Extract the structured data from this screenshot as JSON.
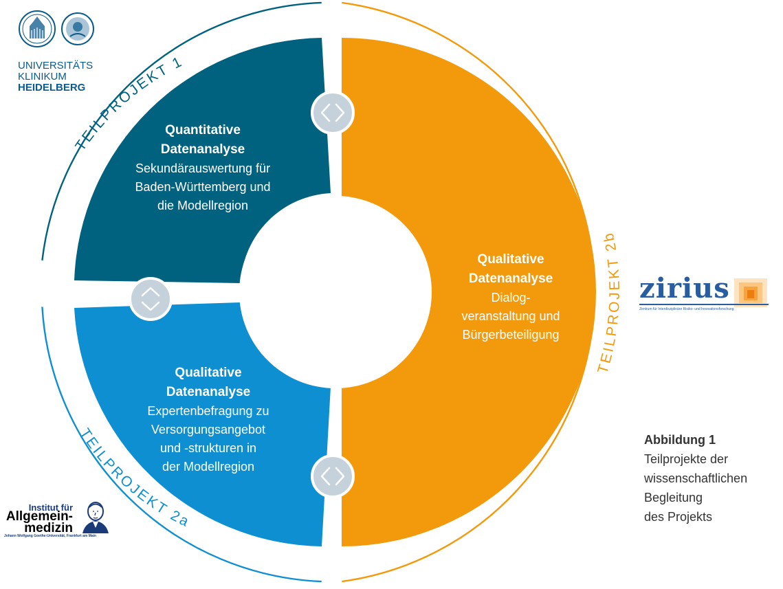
{
  "colors": {
    "tp1": "#00627f",
    "tp2a": "#0e8fd1",
    "tp2b": "#f29a0c",
    "connector": "#c5d2db",
    "connector_stroke": "#ffffff",
    "logo_blue": "#0a5a8c"
  },
  "ring_labels": {
    "tp1": "TEILPROJEKT 1",
    "tp2a": "TEILPROJEKT 2a",
    "tp2b": "TEILPROJEKT 2b"
  },
  "segments": {
    "tp1": {
      "title_lines": [
        "Quantitative",
        "Datenanalyse"
      ],
      "body_lines": [
        "Sekundärauswertung für",
        "Baden-Württemberg und",
        "die Modellregion"
      ]
    },
    "tp2a": {
      "title_lines": [
        "Qualitative",
        "Datenanalyse"
      ],
      "body_lines": [
        "Expertenbefragung zu",
        "Versorgungsangebot",
        "und -strukturen in",
        "der Modellregion"
      ]
    },
    "tp2b": {
      "title_lines": [
        "Qualitative",
        "Datenanalyse"
      ],
      "body_lines": [
        "Dialog-",
        "veranstaltung und",
        "Bürgerbeteiligung"
      ]
    }
  },
  "connectors": [
    {
      "name": "connector-top-icon",
      "orientation": "horizontal"
    },
    {
      "name": "connector-left-icon",
      "orientation": "vertical"
    },
    {
      "name": "connector-bottom-icon",
      "orientation": "horizontal"
    }
  ],
  "caption": {
    "title": "Abbildung 1",
    "lines": [
      "Teilprojekte der",
      "wissenschaftlichen",
      "Begleitung",
      "des Projekts"
    ]
  },
  "logos": {
    "uhd": {
      "line1": "UNIVERSITÄTS",
      "line2": "KLINIKUM",
      "line3": "HEIDELBERG",
      "icons": [
        "building-seal-icon",
        "university-seal-icon"
      ]
    },
    "zirius": {
      "word": "zirius",
      "subtitle": "Zentrum für Interdisziplinäre Risiko- und Innovationsforschung",
      "icon": "nested-squares-icon"
    },
    "ifa": {
      "line1": "Institut für",
      "line2": "Allgemein-",
      "line3": "medizin",
      "line4": "Johann Wolfgang Goethe-Universität, Frankfurt am Main",
      "icon": "goethe-portrait-icon"
    }
  }
}
